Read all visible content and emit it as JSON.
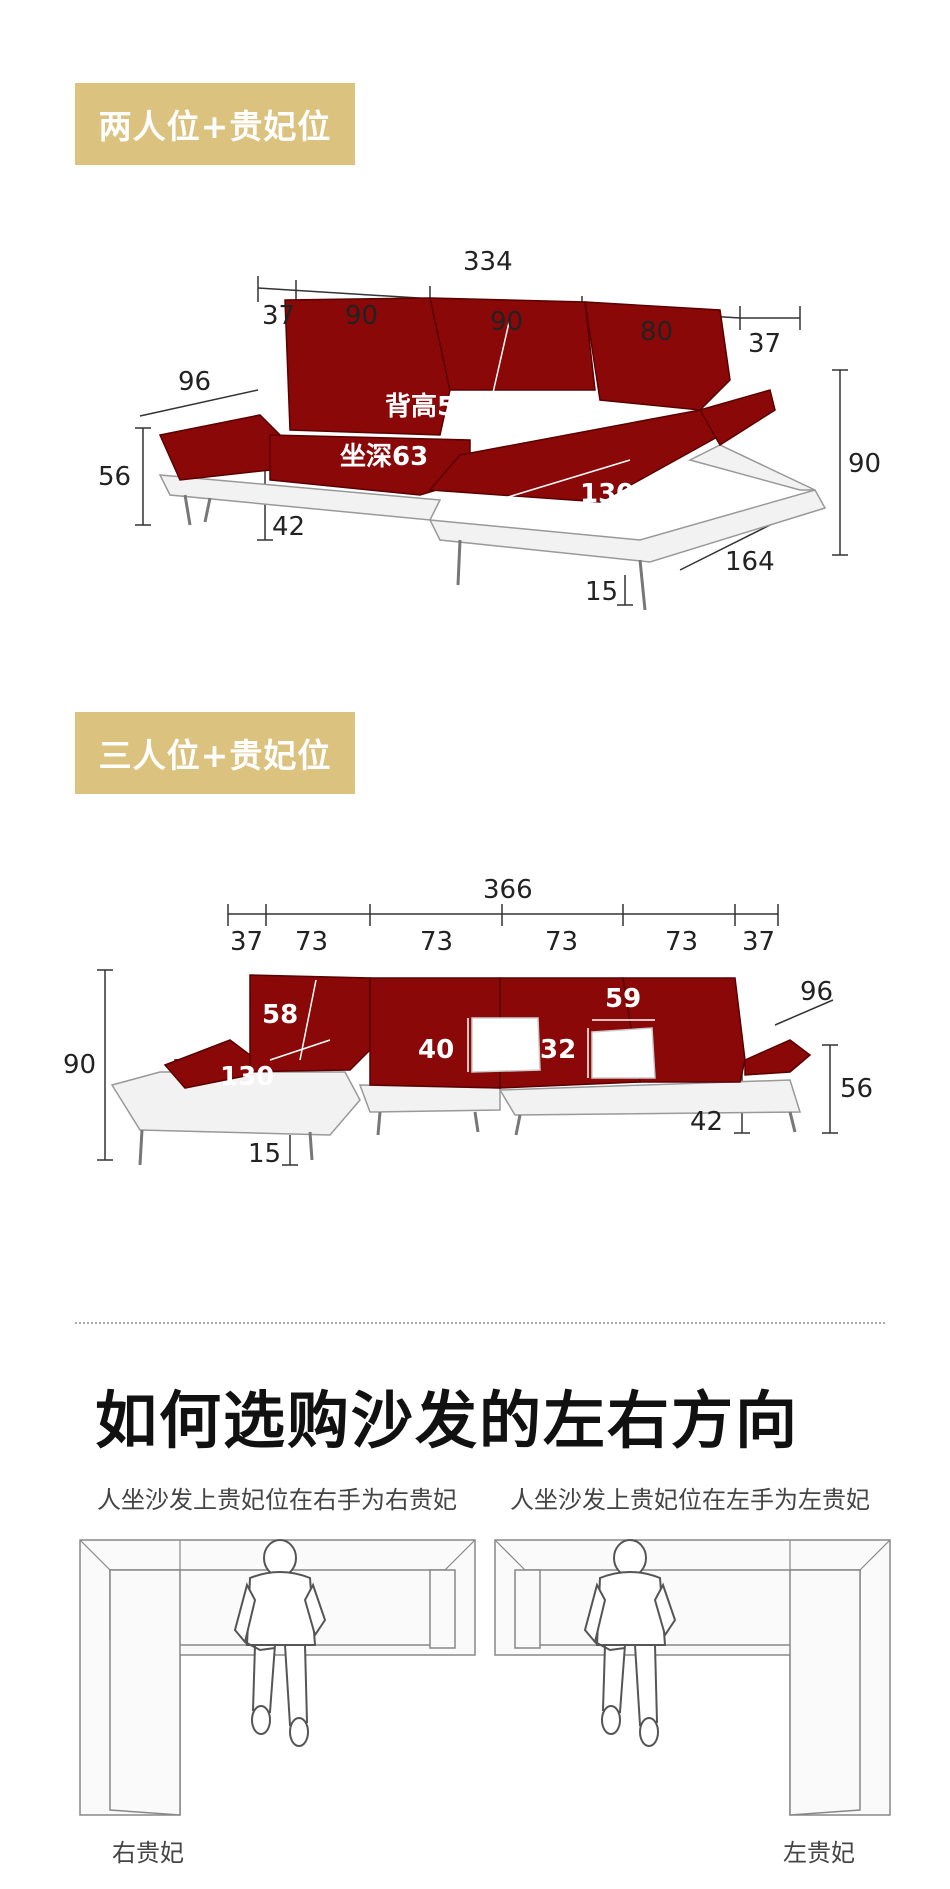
{
  "section1": {
    "title": "两人位+贵妃位",
    "dims": {
      "total": "334",
      "w1": "37",
      "w2": "90",
      "w3": "90",
      "w4": "80",
      "w5": "37",
      "arm_depth": "96",
      "arm_height": "56",
      "back_height": "背高58",
      "seat_depth": "坐深63",
      "seat_height": "42",
      "chaise_seat": "130",
      "height": "90",
      "chaise_length": "164",
      "leg": "15"
    }
  },
  "section2": {
    "title": "三人位+贵妃位",
    "dims": {
      "total": "366",
      "w1": "37",
      "w2": "73",
      "w3": "73",
      "w4": "73",
      "w5": "73",
      "w6": "37",
      "height": "90",
      "back": "58",
      "chaise_seat": "130",
      "pillow_large": "40",
      "pillow_small": "32",
      "pillow_width": "59",
      "arm_depth": "96",
      "arm_height": "56",
      "seat_height": "42",
      "leg": "15"
    }
  },
  "guide": {
    "heading": "如何选购沙发的左右方向",
    "left_caption": "人坐沙发上贵妃位在右手为右贵妃",
    "right_caption": "人坐沙发上贵妃位在左手为左贵妃",
    "left_label": "右贵妃",
    "right_label": "左贵妃"
  },
  "colors": {
    "upholstery": "#8b0808",
    "tag": "#dcc27f",
    "frame": "#f2f2f2"
  }
}
